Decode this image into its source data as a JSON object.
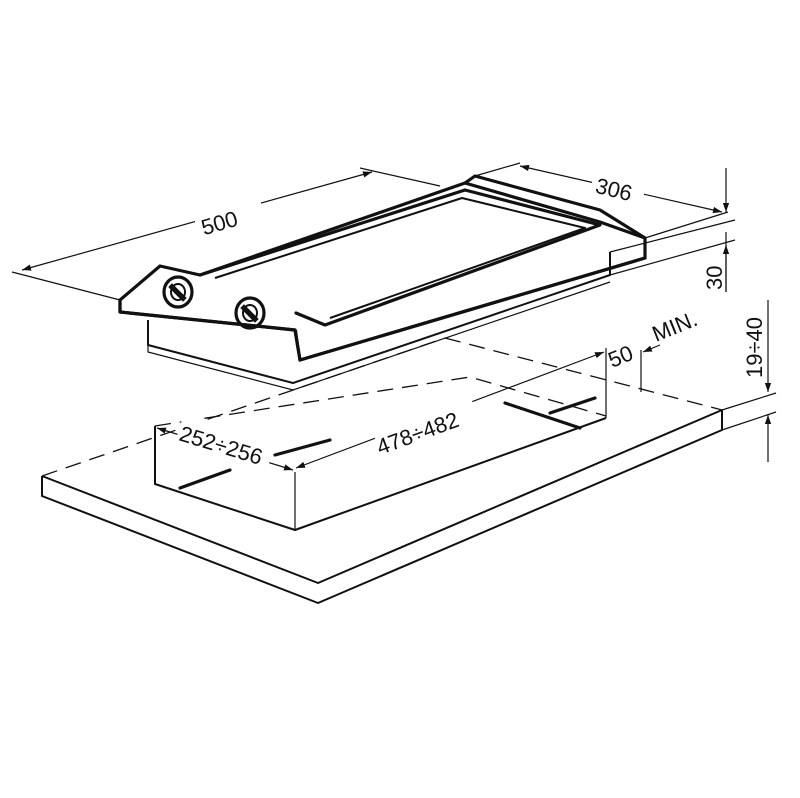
{
  "dimensions": {
    "width": "500",
    "depth": "306",
    "height": "30",
    "clearance_value": "50",
    "clearance_label": "MIN.",
    "worktop_thickness": "19÷40",
    "cutout_length": "478÷482",
    "cutout_width": "252÷256"
  },
  "colors": {
    "line": "#111111",
    "background": "#ffffff"
  }
}
